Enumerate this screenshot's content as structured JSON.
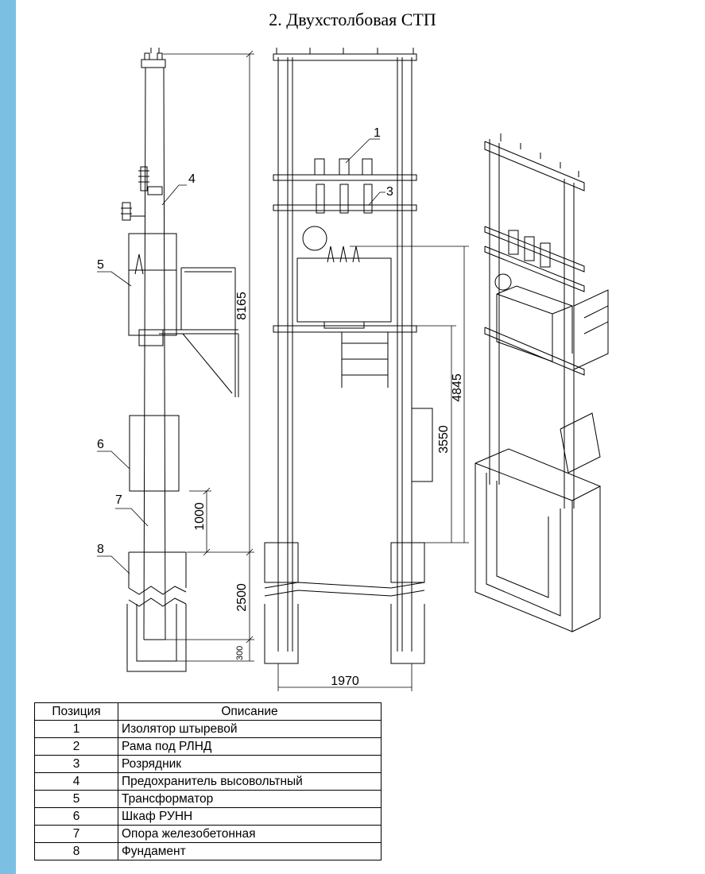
{
  "title": "2. Двухстолбовая СТП",
  "drawing": {
    "callouts": [
      "1",
      "3",
      "4",
      "5",
      "6",
      "7",
      "8"
    ],
    "dimensions": {
      "total_height": "8165",
      "platform_height": "4845",
      "cabinet_height": "3550",
      "cabinet_clearance": "1000",
      "embed_depth": "2500",
      "base_depth": "300",
      "pole_spacing": "1970"
    }
  },
  "legend": {
    "headers": [
      "Позиция",
      "Описание"
    ],
    "rows": [
      {
        "pos": "1",
        "desc": "Изолятор штыревой"
      },
      {
        "pos": "2",
        "desc": "Рама под РЛНД"
      },
      {
        "pos": "3",
        "desc": "Розрядник"
      },
      {
        "pos": "4",
        "desc": "Предохранитель высовольтный"
      },
      {
        "pos": "5",
        "desc": "Трансформатор"
      },
      {
        "pos": "6",
        "desc": "Шкаф РУНН"
      },
      {
        "pos": "7",
        "desc": "Опора железобетонная"
      },
      {
        "pos": "8",
        "desc": "Фундамент"
      }
    ]
  }
}
